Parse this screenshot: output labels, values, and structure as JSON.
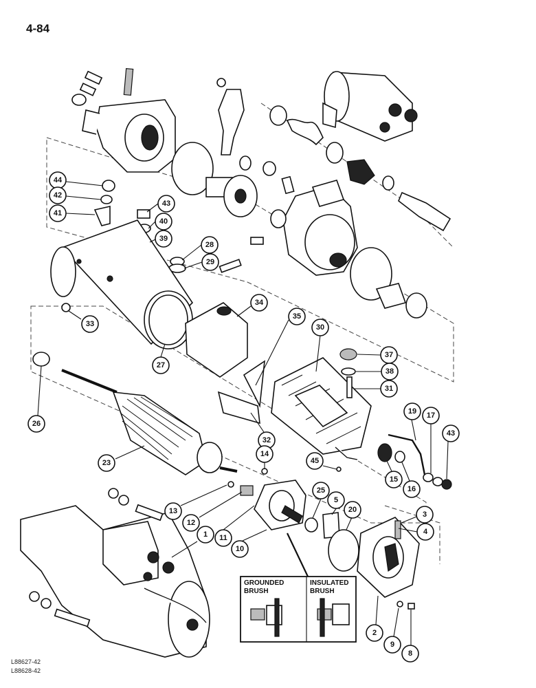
{
  "page": {
    "number": "4-84"
  },
  "ref_codes": [
    "L88627-42",
    "L88628-42"
  ],
  "inset": {
    "left_label": "GROUNDED\nBRUSH",
    "right_label": "INSULATED\nBRUSH"
  },
  "callouts": [
    {
      "label": "44",
      "name": "callout-44"
    },
    {
      "label": "42",
      "name": "callout-42"
    },
    {
      "label": "41",
      "name": "callout-41"
    },
    {
      "label": "43",
      "name": "callout-43-top"
    },
    {
      "label": "40",
      "name": "callout-40"
    },
    {
      "label": "39",
      "name": "callout-39"
    },
    {
      "label": "28",
      "name": "callout-28"
    },
    {
      "label": "29",
      "name": "callout-29"
    },
    {
      "label": "33",
      "name": "callout-33"
    },
    {
      "label": "27",
      "name": "callout-27"
    },
    {
      "label": "34",
      "name": "callout-34"
    },
    {
      "label": "35",
      "name": "callout-35"
    },
    {
      "label": "30",
      "name": "callout-30"
    },
    {
      "label": "37",
      "name": "callout-37"
    },
    {
      "label": "38",
      "name": "callout-38"
    },
    {
      "label": "31",
      "name": "callout-31"
    },
    {
      "label": "26",
      "name": "callout-26"
    },
    {
      "label": "32",
      "name": "callout-32"
    },
    {
      "label": "19",
      "name": "callout-19"
    },
    {
      "label": "17",
      "name": "callout-17"
    },
    {
      "label": "43",
      "name": "callout-43-right"
    },
    {
      "label": "23",
      "name": "callout-23"
    },
    {
      "label": "14",
      "name": "callout-14"
    },
    {
      "label": "45",
      "name": "callout-45"
    },
    {
      "label": "15",
      "name": "callout-15"
    },
    {
      "label": "16",
      "name": "callout-16"
    },
    {
      "label": "25",
      "name": "callout-25"
    },
    {
      "label": "5",
      "name": "callout-5"
    },
    {
      "label": "20",
      "name": "callout-20"
    },
    {
      "label": "13",
      "name": "callout-13"
    },
    {
      "label": "12",
      "name": "callout-12"
    },
    {
      "label": "1",
      "name": "callout-1"
    },
    {
      "label": "11",
      "name": "callout-11"
    },
    {
      "label": "10",
      "name": "callout-10"
    },
    {
      "label": "3",
      "name": "callout-3"
    },
    {
      "label": "4",
      "name": "callout-4"
    },
    {
      "label": "2",
      "name": "callout-2"
    },
    {
      "label": "9",
      "name": "callout-9"
    },
    {
      "label": "8",
      "name": "callout-8"
    }
  ]
}
